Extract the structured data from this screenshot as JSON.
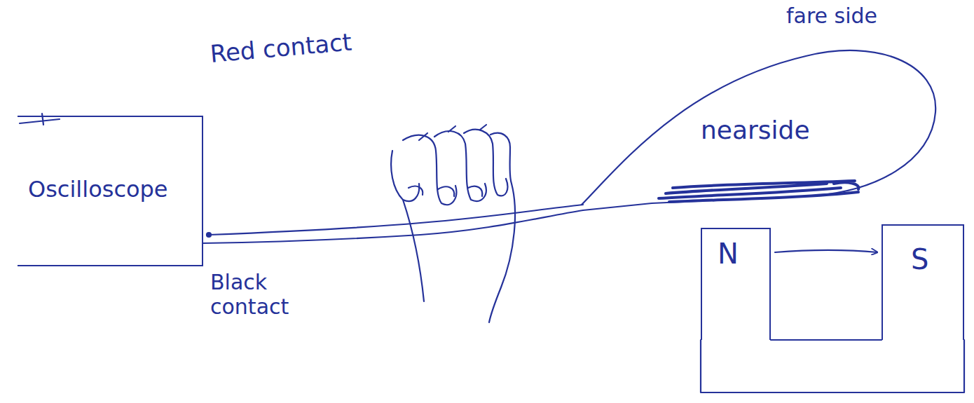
{
  "diagram": {
    "nodes": [
      {
        "text": [
          "Oscilloscope"
        ]
      },
      {
        "text": [
          "fare side",
          "nearside"
        ]
      },
      {
        "text": [
          "N"
        ]
      },
      {
        "text": [
          "S"
        ]
      }
    ],
    "edges": [
      {
        "from": 2,
        "to": 3,
        "arrow": "to"
      }
    ],
    "labels": [
      "Red contact",
      "Black contact"
    ]
  }
}
